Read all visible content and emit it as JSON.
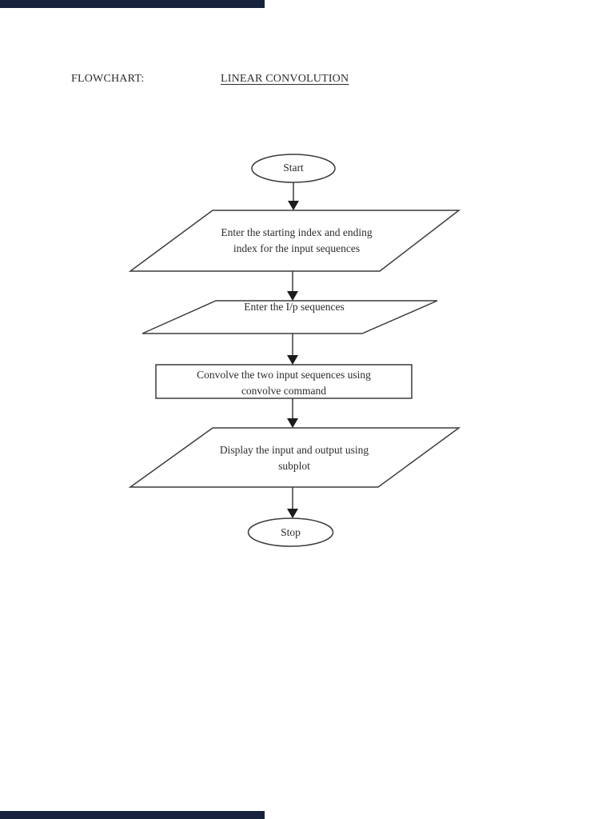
{
  "page": {
    "background": "#ffffff",
    "viewer_bar_color": "#17233d"
  },
  "header": {
    "label": "FLOWCHART:",
    "title": "LINEAR CONVOLUTION"
  },
  "flowchart": {
    "stroke_color": "#3c3c3c",
    "arrow_color": "#1c1c1c",
    "text_color": "#2c2c2c",
    "nodes": {
      "start": {
        "type": "terminator",
        "label": "Start"
      },
      "input_indices": {
        "type": "input-parallelogram",
        "line1": "Enter the starting index and ending",
        "line2": "index for the input sequences"
      },
      "input_sequences": {
        "type": "input-parallelogram",
        "line1": "Enter the I/p sequences"
      },
      "convolve": {
        "type": "process-rectangle",
        "line1": "Convolve the two input sequences using",
        "line2": "convolve command"
      },
      "display": {
        "type": "output-parallelogram",
        "line1": "Display the input and output using",
        "line2": "subplot"
      },
      "stop": {
        "type": "terminator",
        "label": "Stop"
      }
    }
  }
}
